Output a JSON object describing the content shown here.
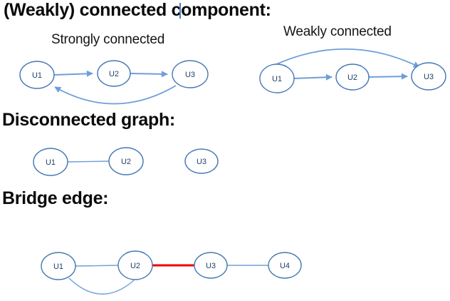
{
  "slide": {
    "background": "#ffffff"
  },
  "colors": {
    "heading_text": "#0a0a0a",
    "node_stroke": "#4678b5",
    "node_fill": "#ffffff",
    "node_text": "#1f4068",
    "edge_blue": "#6f9fd9",
    "bridge_red": "#ee0000",
    "text_cursor": "#4b7cc0"
  },
  "sections": [
    {
      "heading": "(Weakly) connected component:"
    },
    {
      "heading": "Disconnected graph:"
    },
    {
      "heading": "Bridge edge:"
    }
  ],
  "graphs": {
    "strongly": {
      "label": "Strongly connected",
      "nodes": [
        {
          "label": "U1"
        },
        {
          "label": "U2"
        },
        {
          "label": "U3"
        }
      ],
      "edges": [
        {
          "from": "U1",
          "to": "U2",
          "directed": true,
          "style": "straight"
        },
        {
          "from": "U2",
          "to": "U3",
          "directed": true,
          "style": "straight"
        },
        {
          "from": "U3",
          "to": "U1",
          "directed": true,
          "style": "curved-below"
        }
      ]
    },
    "weakly": {
      "label": "Weakly connected",
      "nodes": [
        {
          "label": "U1"
        },
        {
          "label": "U2"
        },
        {
          "label": "U3"
        }
      ],
      "edges": [
        {
          "from": "U1",
          "to": "U2",
          "directed": true,
          "style": "straight"
        },
        {
          "from": "U2",
          "to": "U3",
          "directed": true,
          "style": "straight"
        },
        {
          "from": "U1",
          "to": "U3",
          "directed": true,
          "style": "curved-above"
        }
      ]
    },
    "disconnected": {
      "nodes": [
        {
          "label": "U1"
        },
        {
          "label": "U2"
        },
        {
          "label": "U3"
        }
      ],
      "edges": [
        {
          "from": "U1",
          "to": "U2",
          "directed": false,
          "style": "straight"
        }
      ]
    },
    "bridge": {
      "nodes": [
        {
          "label": "U1"
        },
        {
          "label": "U2"
        },
        {
          "label": "U3"
        },
        {
          "label": "U4"
        }
      ],
      "edges": [
        {
          "from": "U1",
          "to": "U2",
          "directed": false,
          "style": "straight"
        },
        {
          "from": "U1",
          "to": "U2",
          "directed": false,
          "style": "curved-below"
        },
        {
          "from": "U2",
          "to": "U3",
          "directed": false,
          "style": "straight",
          "bridge": true,
          "color": "red"
        },
        {
          "from": "U3",
          "to": "U4",
          "directed": false,
          "style": "straight"
        }
      ]
    }
  }
}
